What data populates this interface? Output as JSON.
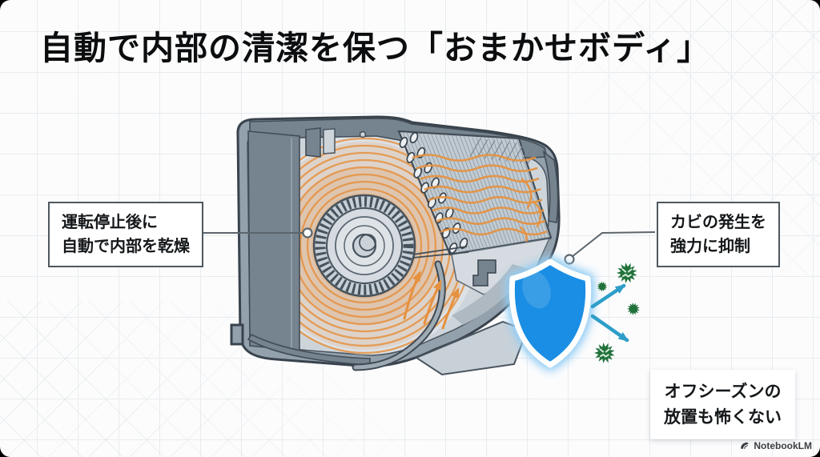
{
  "slide": {
    "title": "自動で内部の清潔を保つ「おまかせボディ」"
  },
  "callouts": {
    "left": {
      "line1": "運転停止後に",
      "line2": "自動で内部を乾燥"
    },
    "right": {
      "line1": "カビの発生を",
      "line2": "強力に抑制"
    },
    "bottom": {
      "line1": "オフシーズンの",
      "line2": "放置も怖くない"
    }
  },
  "watermark": {
    "label": "NotebookLM"
  },
  "illustration": {
    "subject": "air-conditioner-indoor-unit-cutaway",
    "elements": [
      "fan-icon",
      "heat-exchanger-coil-icon",
      "airflow-spiral-icon",
      "airflow-wave-icon",
      "outlet-arrow-icon",
      "shield-icon",
      "repel-arrow-icon",
      "mold-particle-icon"
    ]
  },
  "colors": {
    "accent_orange": "#E5913F",
    "shield_blue": "#1A8EE4",
    "arrow_teal": "#2E9EC9",
    "mold_green": "#20713A",
    "outline_ink": "#39434D",
    "body_gray": "#93A1AD",
    "grid_line": "#DDE3E6",
    "callout_border": "#4E585F",
    "title_color": "#0B0D0E"
  }
}
